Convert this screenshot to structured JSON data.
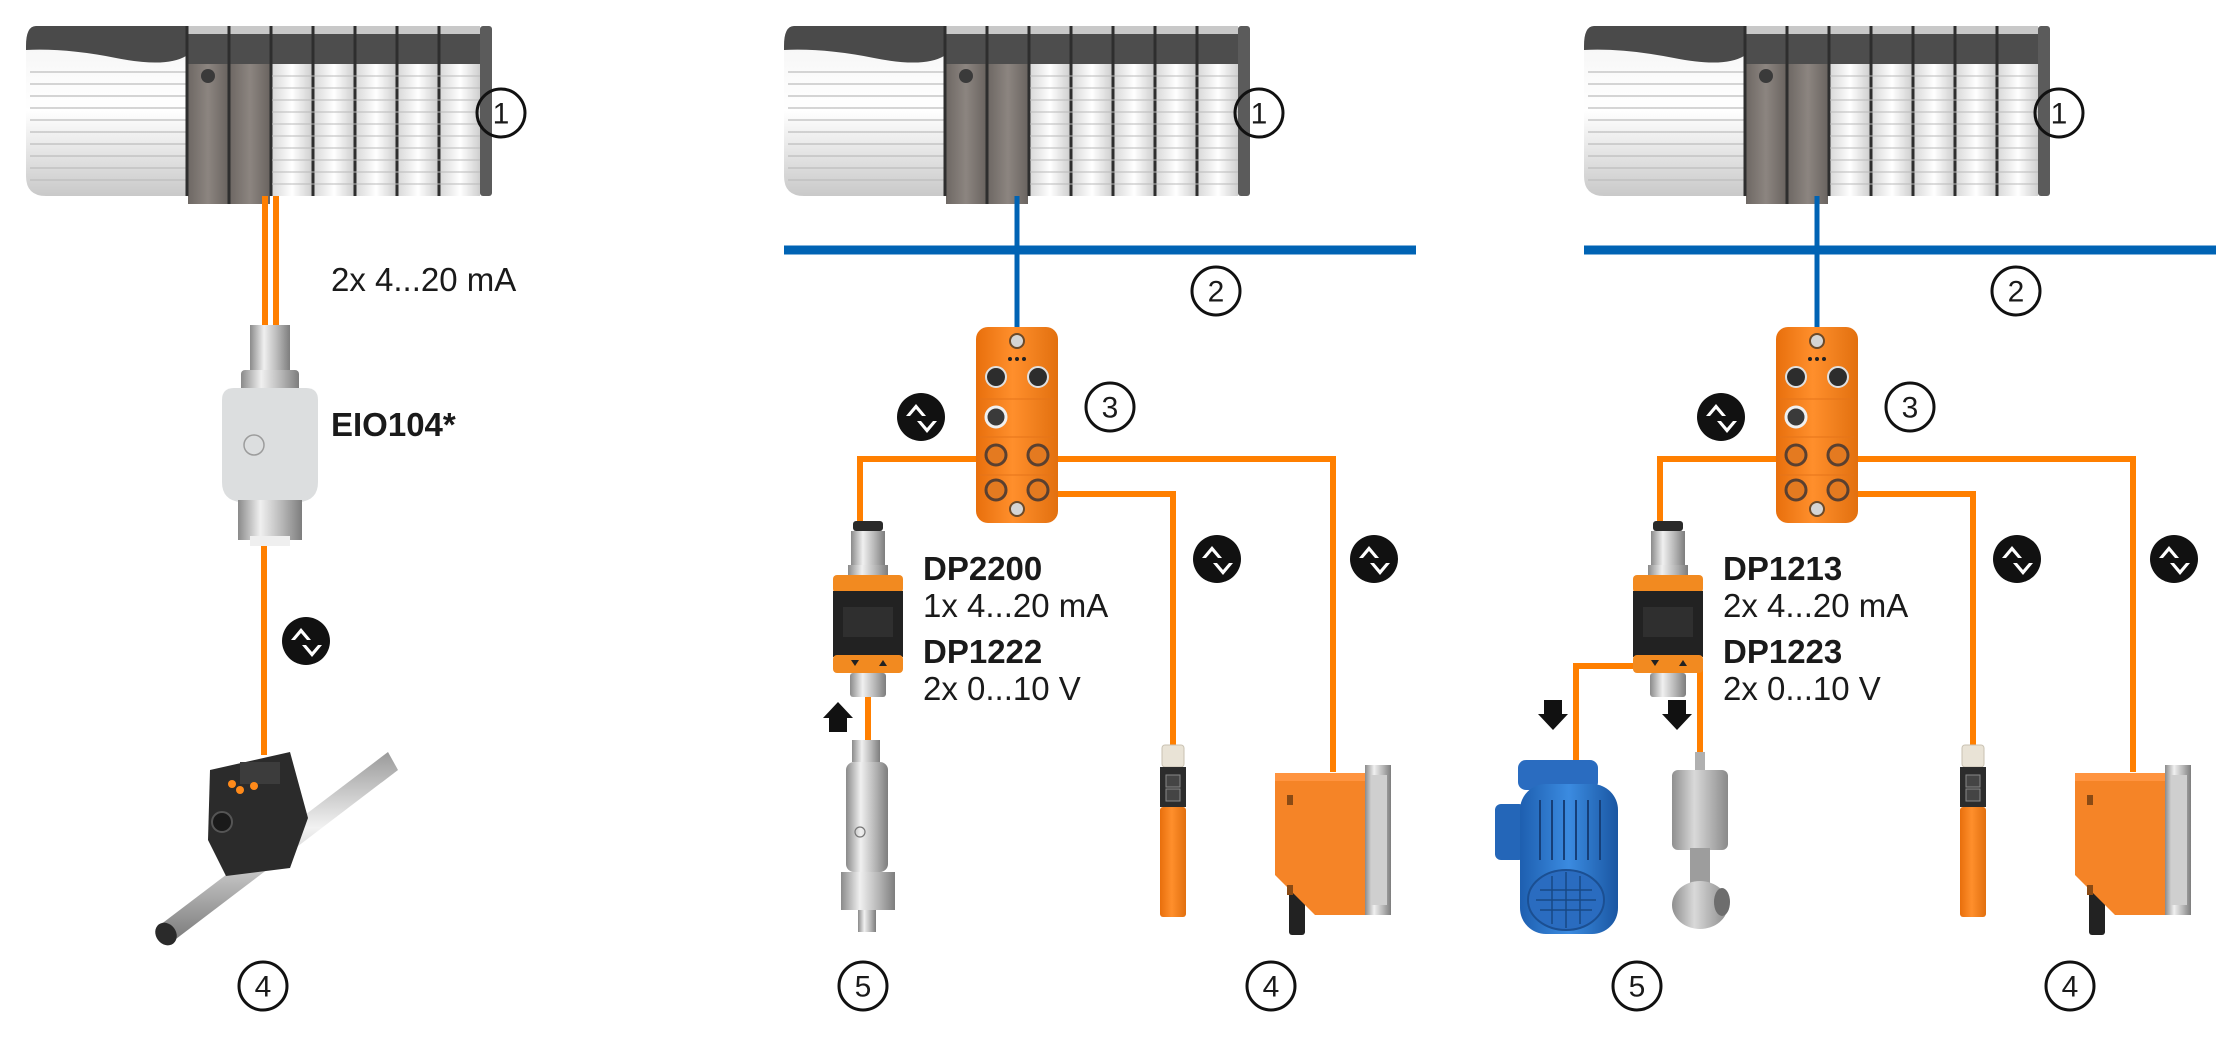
{
  "title": "IO-Link analog converter connection variants",
  "colors": {
    "wire": "#ff7f00",
    "fieldbus": "#0063b4",
    "device_orange": "#f7861e",
    "plc_dark": "#4a4a4a",
    "text": "#1a1a1a"
  },
  "legend_numbers": [
    "1",
    "2",
    "3",
    "4",
    "5"
  ],
  "panels": [
    {
      "id": "direct-analog",
      "plc_number": "1",
      "signal_label": "2x 4...20 mA",
      "converter_label": "EIO104*",
      "sensor_number": "4",
      "icon": "io-link-bidirectional-icon"
    },
    {
      "id": "io-link-input",
      "plc_number": "1",
      "fieldbus_number": "2",
      "master_number": "3",
      "converter_a": {
        "model": "DP2200",
        "spec": "1x 4...20 mA"
      },
      "converter_b": {
        "model": "DP1222",
        "spec": "2x 0...10 V"
      },
      "direction": "input",
      "actuator_number": "5",
      "sensor_number": "4",
      "icon": "io-link-bidirectional-icon"
    },
    {
      "id": "io-link-output",
      "plc_number": "1",
      "fieldbus_number": "2",
      "master_number": "3",
      "converter_a": {
        "model": "DP1213",
        "spec": "2x 4...20 mA"
      },
      "converter_b": {
        "model": "DP1223",
        "spec": "2x 0...10 V"
      },
      "direction": "output",
      "actuator_number": "5",
      "sensor_number": "4",
      "icon": "io-link-bidirectional-icon"
    }
  ]
}
